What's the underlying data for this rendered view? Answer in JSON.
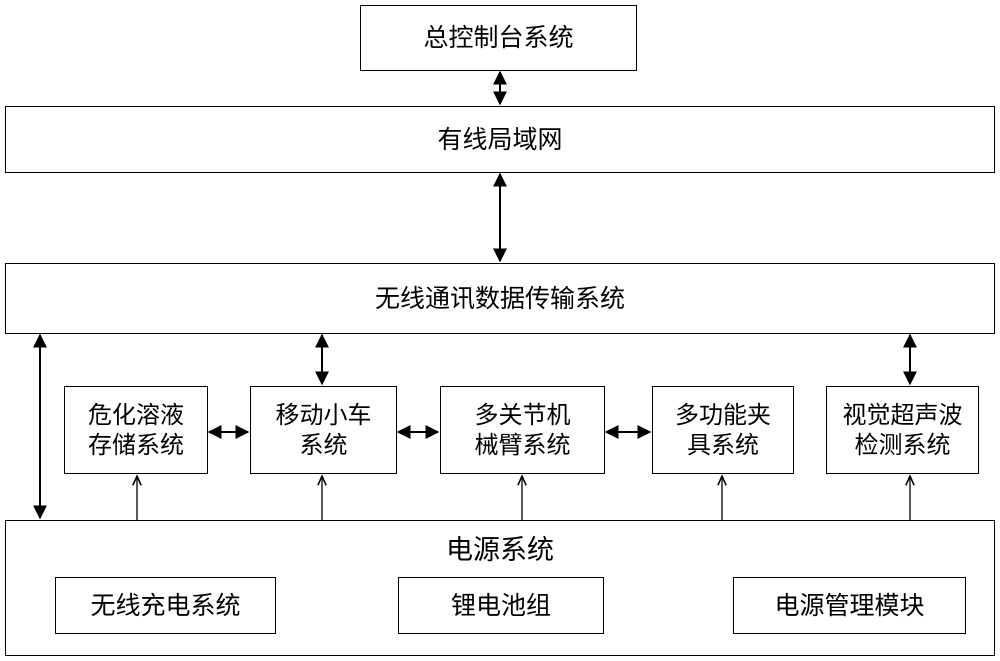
{
  "top": {
    "console": "总控制台系统",
    "wired_lan": "有线局域网",
    "wireless": "无线通讯数据传输系统"
  },
  "modules": [
    {
      "line1": "危化溶液",
      "line2": "存储系统"
    },
    {
      "line1": "移动小车",
      "line2": "系统"
    },
    {
      "line1": "多关节机",
      "line2": "械臂系统"
    },
    {
      "line1": "多功能夹",
      "line2": "具系统"
    },
    {
      "line1": "视觉超声波",
      "line2": "检测系统"
    }
  ],
  "power": {
    "title": "电源系统",
    "items": [
      "无线充电系统",
      "锂电池组",
      "电源管理模块"
    ]
  }
}
